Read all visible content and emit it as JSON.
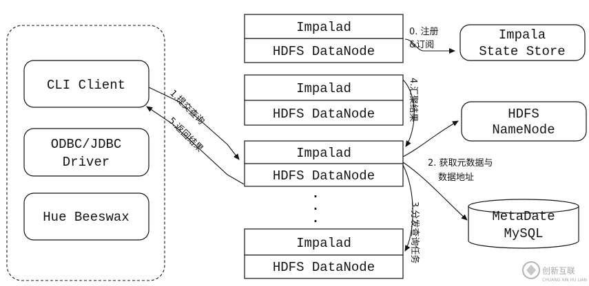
{
  "client_group": {
    "cli": "CLI Client",
    "odbc_line1": "ODBC/JDBC",
    "odbc_line2": "Driver",
    "hue": "Hue Beeswax"
  },
  "nodes": {
    "impalad": "Impalad",
    "datanode": "HDFS DataNode",
    "dots": "·"
  },
  "state_store": {
    "line1": "Impala",
    "line2": "State Store"
  },
  "namenode": {
    "line1": "HDFS",
    "line2": "NameNode"
  },
  "metadata": {
    "line1": "MetaDate",
    "line2": "MySQL"
  },
  "labels": {
    "step0_line1": "0. 注册",
    "step0_line2": "&订阅",
    "step1": "1.提交查询",
    "step5": "5.返回结果",
    "step4": "4.汇聚结果",
    "step2_line1": "2. 获取元数据与",
    "step2_line2": "数据地址",
    "step3": "3.分发查询任务"
  },
  "watermark": {
    "text": "创新互联",
    "sub": "CHUANG XIN HU LIAN"
  }
}
